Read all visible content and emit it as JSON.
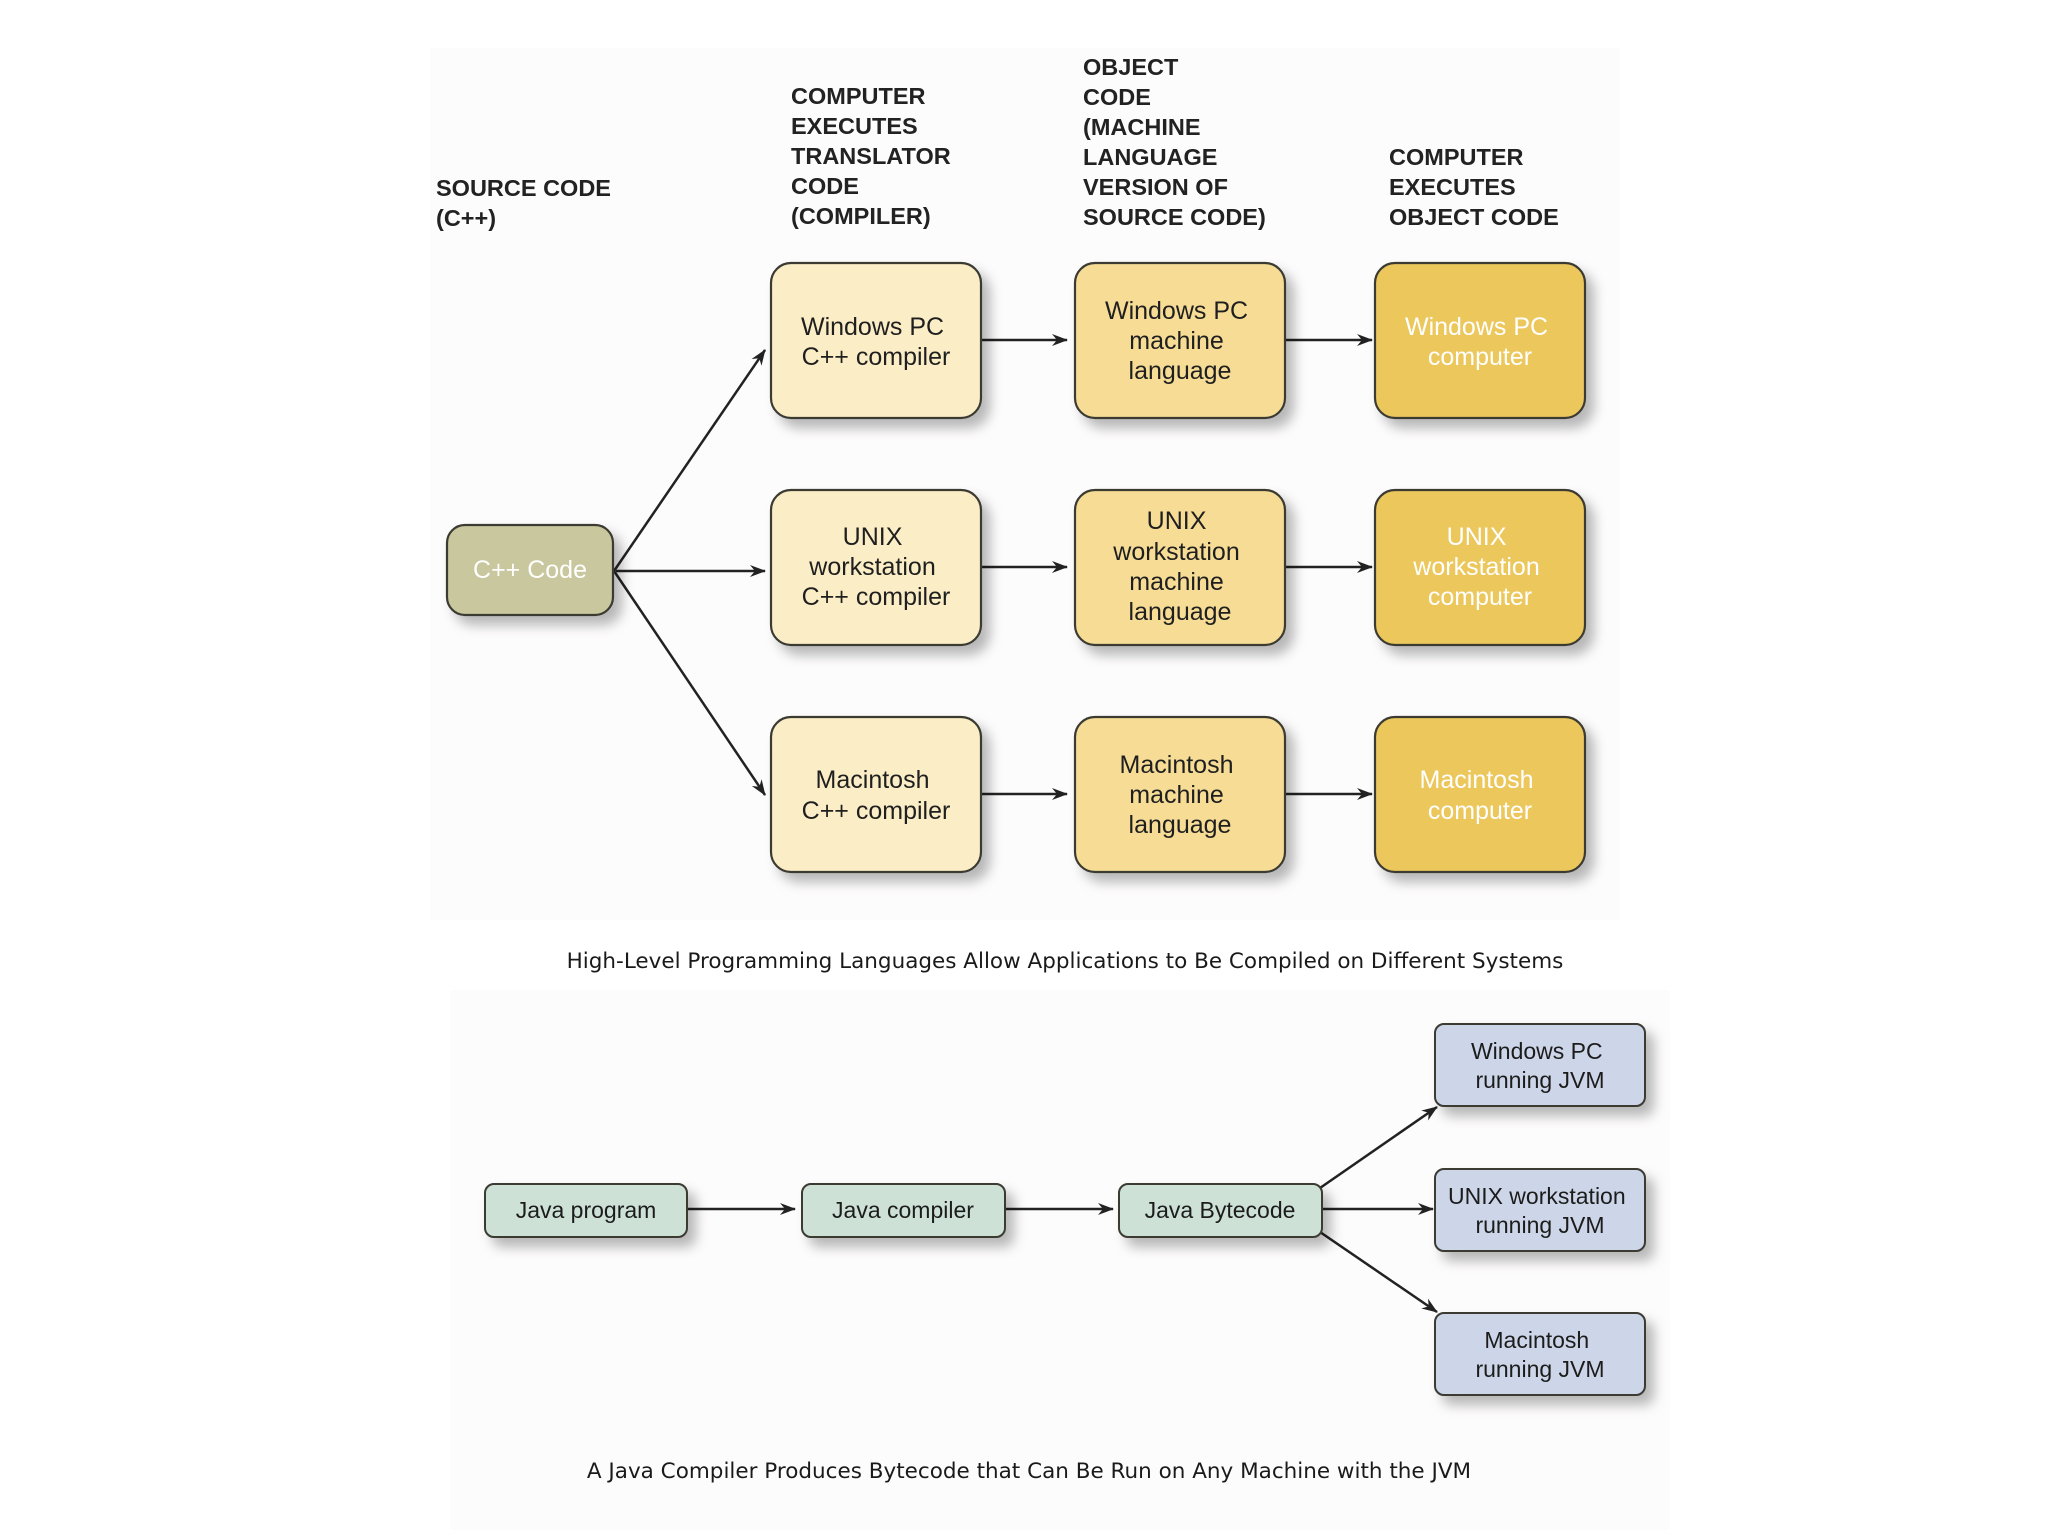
{
  "colors": {
    "page_background": "#ffffff",
    "panel_background": "#fdfcfc",
    "source_box": "#c9c79d",
    "compiler_box": "#fbedc6",
    "machine_language_box": "#f6dc95",
    "computer_box": "#ebc75c",
    "java_box": "#cde1d7",
    "jvm_box": "#cdd6e8",
    "arrow": "#222222"
  },
  "top_diagram": {
    "column_headers": {
      "source_code": [
        "SOURCE CODE",
        "(C++)"
      ],
      "translator": [
        "COMPUTER",
        "EXECUTES",
        "TRANSLATOR",
        "CODE",
        "(COMPILER)"
      ],
      "object_code": [
        "OBJECT",
        "CODE",
        "(MACHINE",
        "LANGUAGE",
        "VERSION OF",
        "SOURCE CODE)"
      ],
      "executes": [
        "COMPUTER",
        "EXECUTES",
        "OBJECT CODE"
      ]
    },
    "source_box": {
      "label": [
        "C++ Code"
      ]
    },
    "rows": [
      {
        "compiler": [
          "Windows PC",
          "C++ compiler"
        ],
        "machine_language": [
          "Windows PC",
          "machine",
          "language"
        ],
        "computer": [
          "Windows PC",
          "computer"
        ]
      },
      {
        "compiler": [
          "UNIX",
          "workstation",
          "C++ compiler"
        ],
        "machine_language": [
          "UNIX",
          "workstation",
          "machine",
          "language"
        ],
        "computer": [
          "UNIX",
          "workstation",
          "computer"
        ]
      },
      {
        "compiler": [
          "Macintosh",
          "C++ compiler"
        ],
        "machine_language": [
          "Macintosh",
          "machine",
          "language"
        ],
        "computer": [
          "Macintosh",
          "computer"
        ]
      }
    ],
    "caption": "High-Level Programming Languages Allow Applications to Be Compiled on Different Systems"
  },
  "bottom_diagram": {
    "pipeline": [
      {
        "label": [
          "Java program"
        ]
      },
      {
        "label": [
          "Java compiler"
        ]
      },
      {
        "label": [
          "Java Bytecode"
        ]
      }
    ],
    "targets": [
      {
        "label": [
          "Windows PC",
          "running JVM"
        ]
      },
      {
        "label": [
          "UNIX workstation",
          "running JVM"
        ]
      },
      {
        "label": [
          "Macintosh",
          "running JVM"
        ]
      }
    ],
    "caption": "A Java Compiler Produces Bytecode that Can Be Run on Any Machine with the JVM"
  }
}
